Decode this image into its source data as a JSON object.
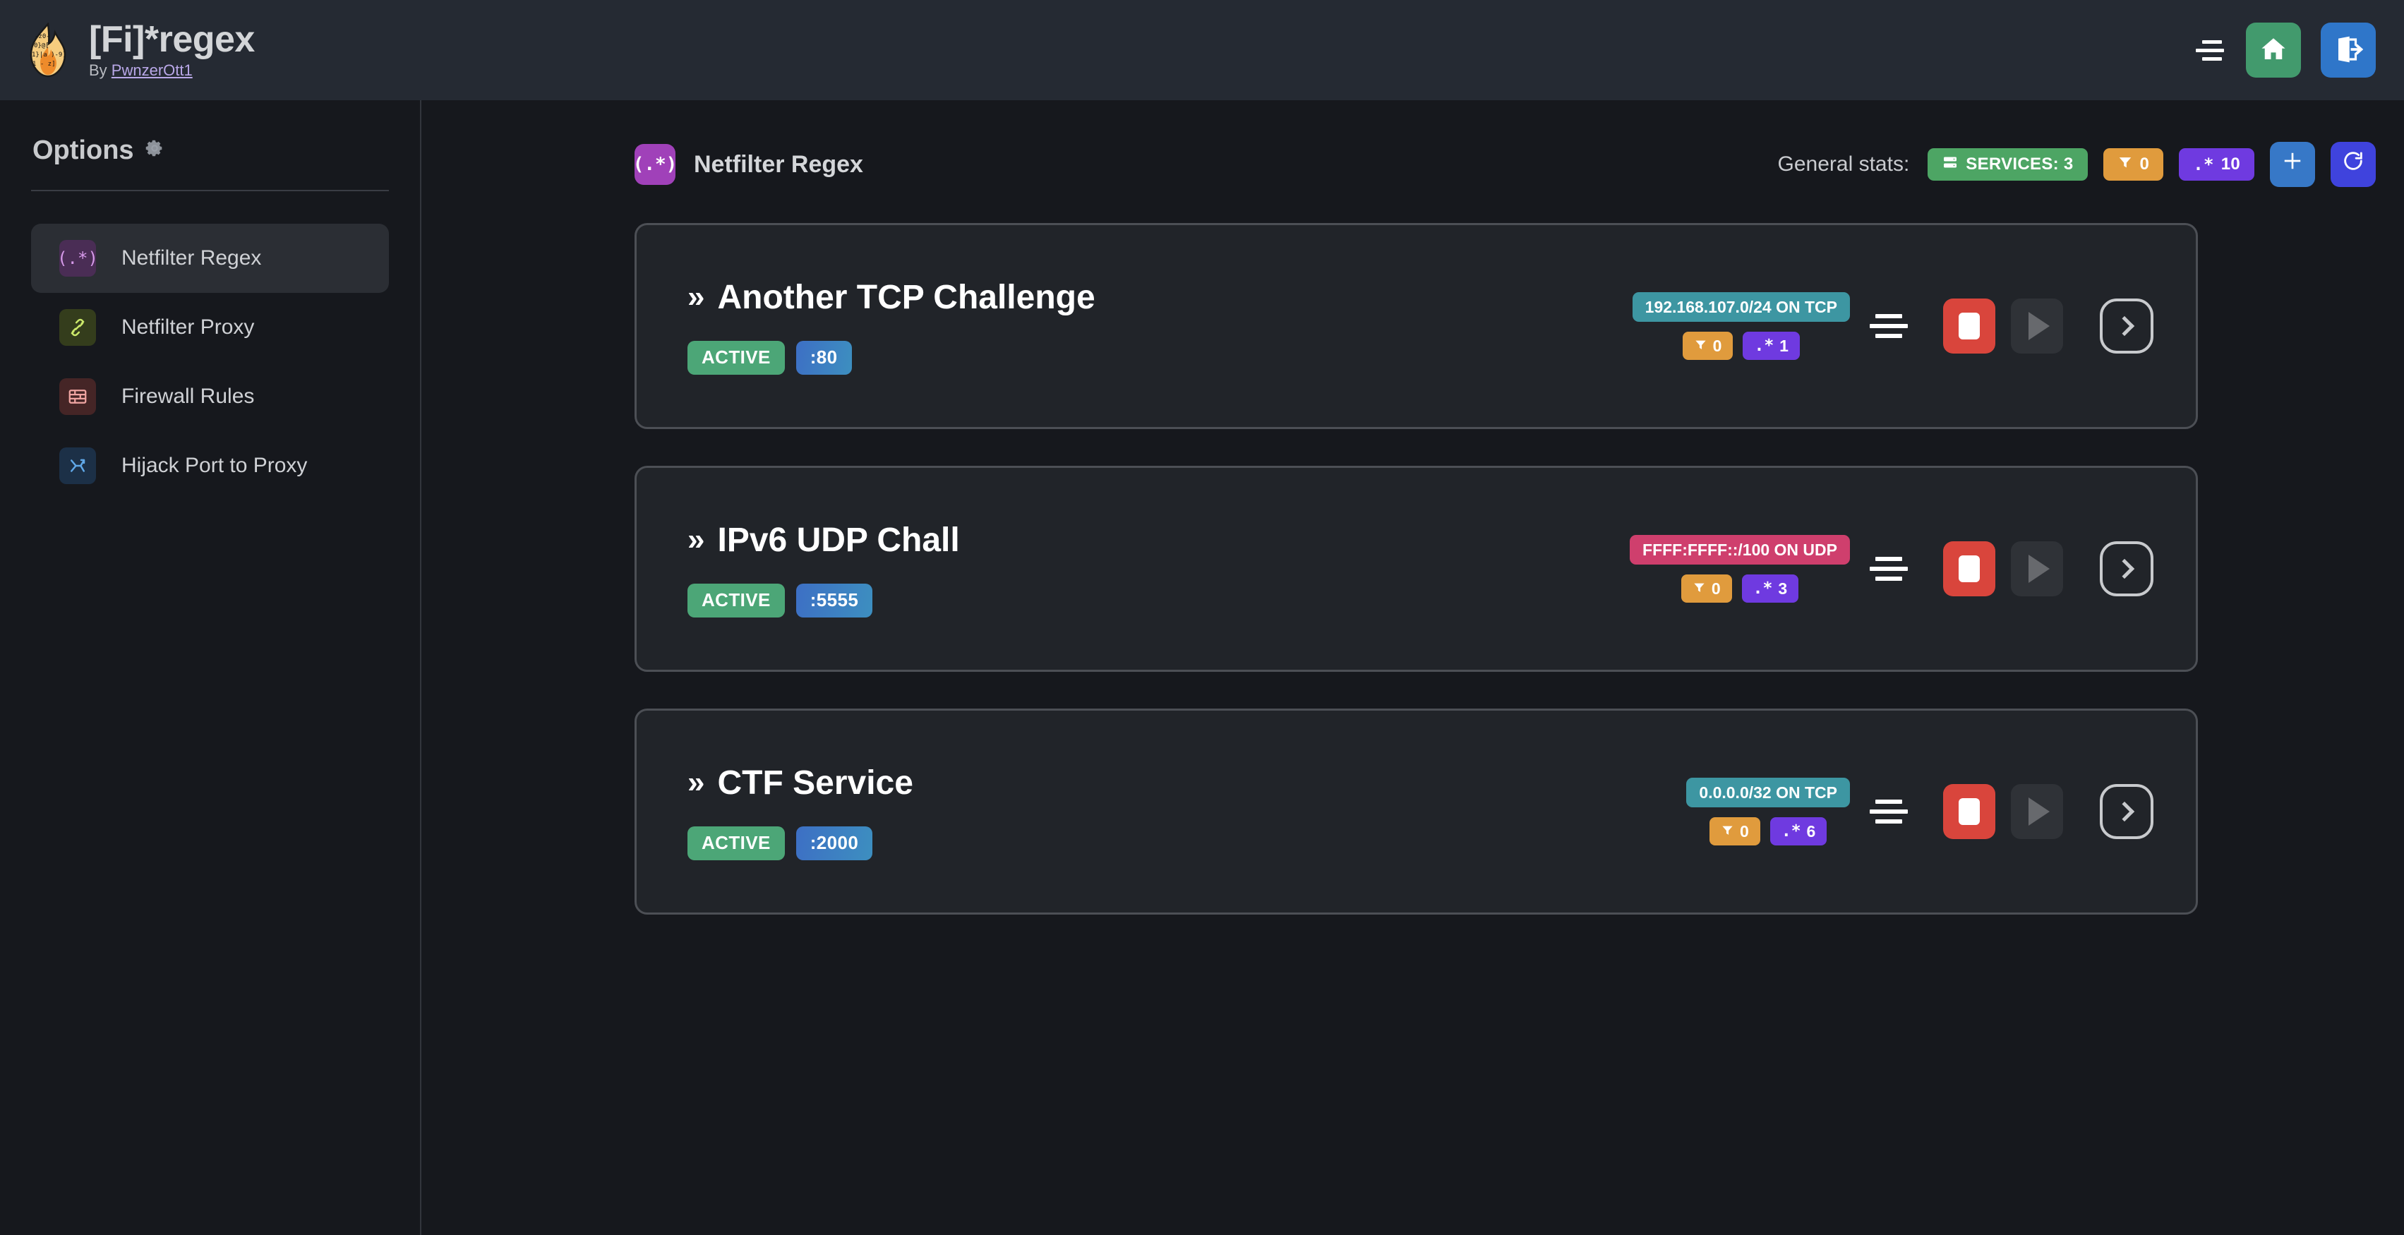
{
  "app": {
    "title": "[Fi]*regex",
    "by_prefix": "By ",
    "author": "PwnzerOtt1",
    "logo_icon": "flame-logo"
  },
  "topbar": {
    "menu_icon": "hamburger-menu-icon",
    "home_icon": "home-icon",
    "logout_icon": "logout-icon",
    "home_color": "#429a6d",
    "logout_color": "#2f76c9"
  },
  "sidebar": {
    "heading": "Options",
    "heading_icon": "gear-icon",
    "items": [
      {
        "label": "Netfilter Regex",
        "icon": "regex-icon",
        "glyph": "(.*)",
        "icon_bg": "#4a2d55",
        "icon_fg": "#d79aea",
        "active": true
      },
      {
        "label": "Netfilter Proxy",
        "icon": "proxy-plug-icon",
        "glyph": "⚭",
        "icon_bg": "#343d1c",
        "icon_fg": "#cbe86a",
        "active": false
      },
      {
        "label": "Firewall Rules",
        "icon": "brick-wall-icon",
        "glyph": "▦",
        "icon_bg": "#452526",
        "icon_fg": "#f0a5a2",
        "active": false
      },
      {
        "label": "Hijack Port to Proxy",
        "icon": "route-fork-icon",
        "glyph": "⤴",
        "icon_bg": "#1c3047",
        "icon_fg": "#60a8e8",
        "active": false
      }
    ]
  },
  "main": {
    "page_icon": "regex-icon",
    "page_icon_glyph": "(.*)",
    "page_title": "Netfilter Regex",
    "stats_label": "General stats:",
    "stats": [
      {
        "icon": "server-icon",
        "glyph": "☰",
        "text": "SERVICES: 3",
        "color": "#4da564",
        "name": "stat-services"
      },
      {
        "icon": "funnel-icon",
        "glyph": "▼",
        "text": "0",
        "color": "#e09b3d",
        "name": "stat-filters"
      },
      {
        "icon": "regex-icon",
        "glyph": ".*",
        "text": "10",
        "color": "#6f3ae0",
        "name": "stat-regexes"
      }
    ],
    "add_button_icon": "plus-icon",
    "refresh_button_icon": "refresh-icon"
  },
  "services": [
    {
      "name": "Another TCP Challenge",
      "chevron_icon": "double-chevron-right-icon",
      "status": "ACTIVE",
      "port": ":80",
      "network": "192.168.107.0/24 ON TCP",
      "network_color": "teal",
      "filters": "0",
      "regexes": "1",
      "align_icon": "align-center-icon",
      "stop_icon": "stop-icon",
      "play_icon": "play-icon",
      "go_icon": "chevron-right-icon"
    },
    {
      "name": "IPv6 UDP Chall",
      "chevron_icon": "double-chevron-right-icon",
      "status": "ACTIVE",
      "port": ":5555",
      "network": "FFFF:FFFF::/100 ON UDP",
      "network_color": "pink",
      "filters": "0",
      "regexes": "3",
      "align_icon": "align-center-icon",
      "stop_icon": "stop-icon",
      "play_icon": "play-icon",
      "go_icon": "chevron-right-icon"
    },
    {
      "name": "CTF Service",
      "chevron_icon": "double-chevron-right-icon",
      "status": "ACTIVE",
      "port": ":2000",
      "network": "0.0.0.0/32 ON TCP",
      "network_color": "teal",
      "filters": "0",
      "regexes": "6",
      "align_icon": "align-center-icon",
      "stop_icon": "stop-icon",
      "play_icon": "play-icon",
      "go_icon": "chevron-right-icon"
    }
  ],
  "colors": {
    "accent_purple": "#a041b9",
    "status_green": "#4ca677",
    "stop_red": "#d9453c",
    "card_bg": "#212429",
    "page_bg": "#16181d",
    "topbar_bg": "#252a33"
  }
}
